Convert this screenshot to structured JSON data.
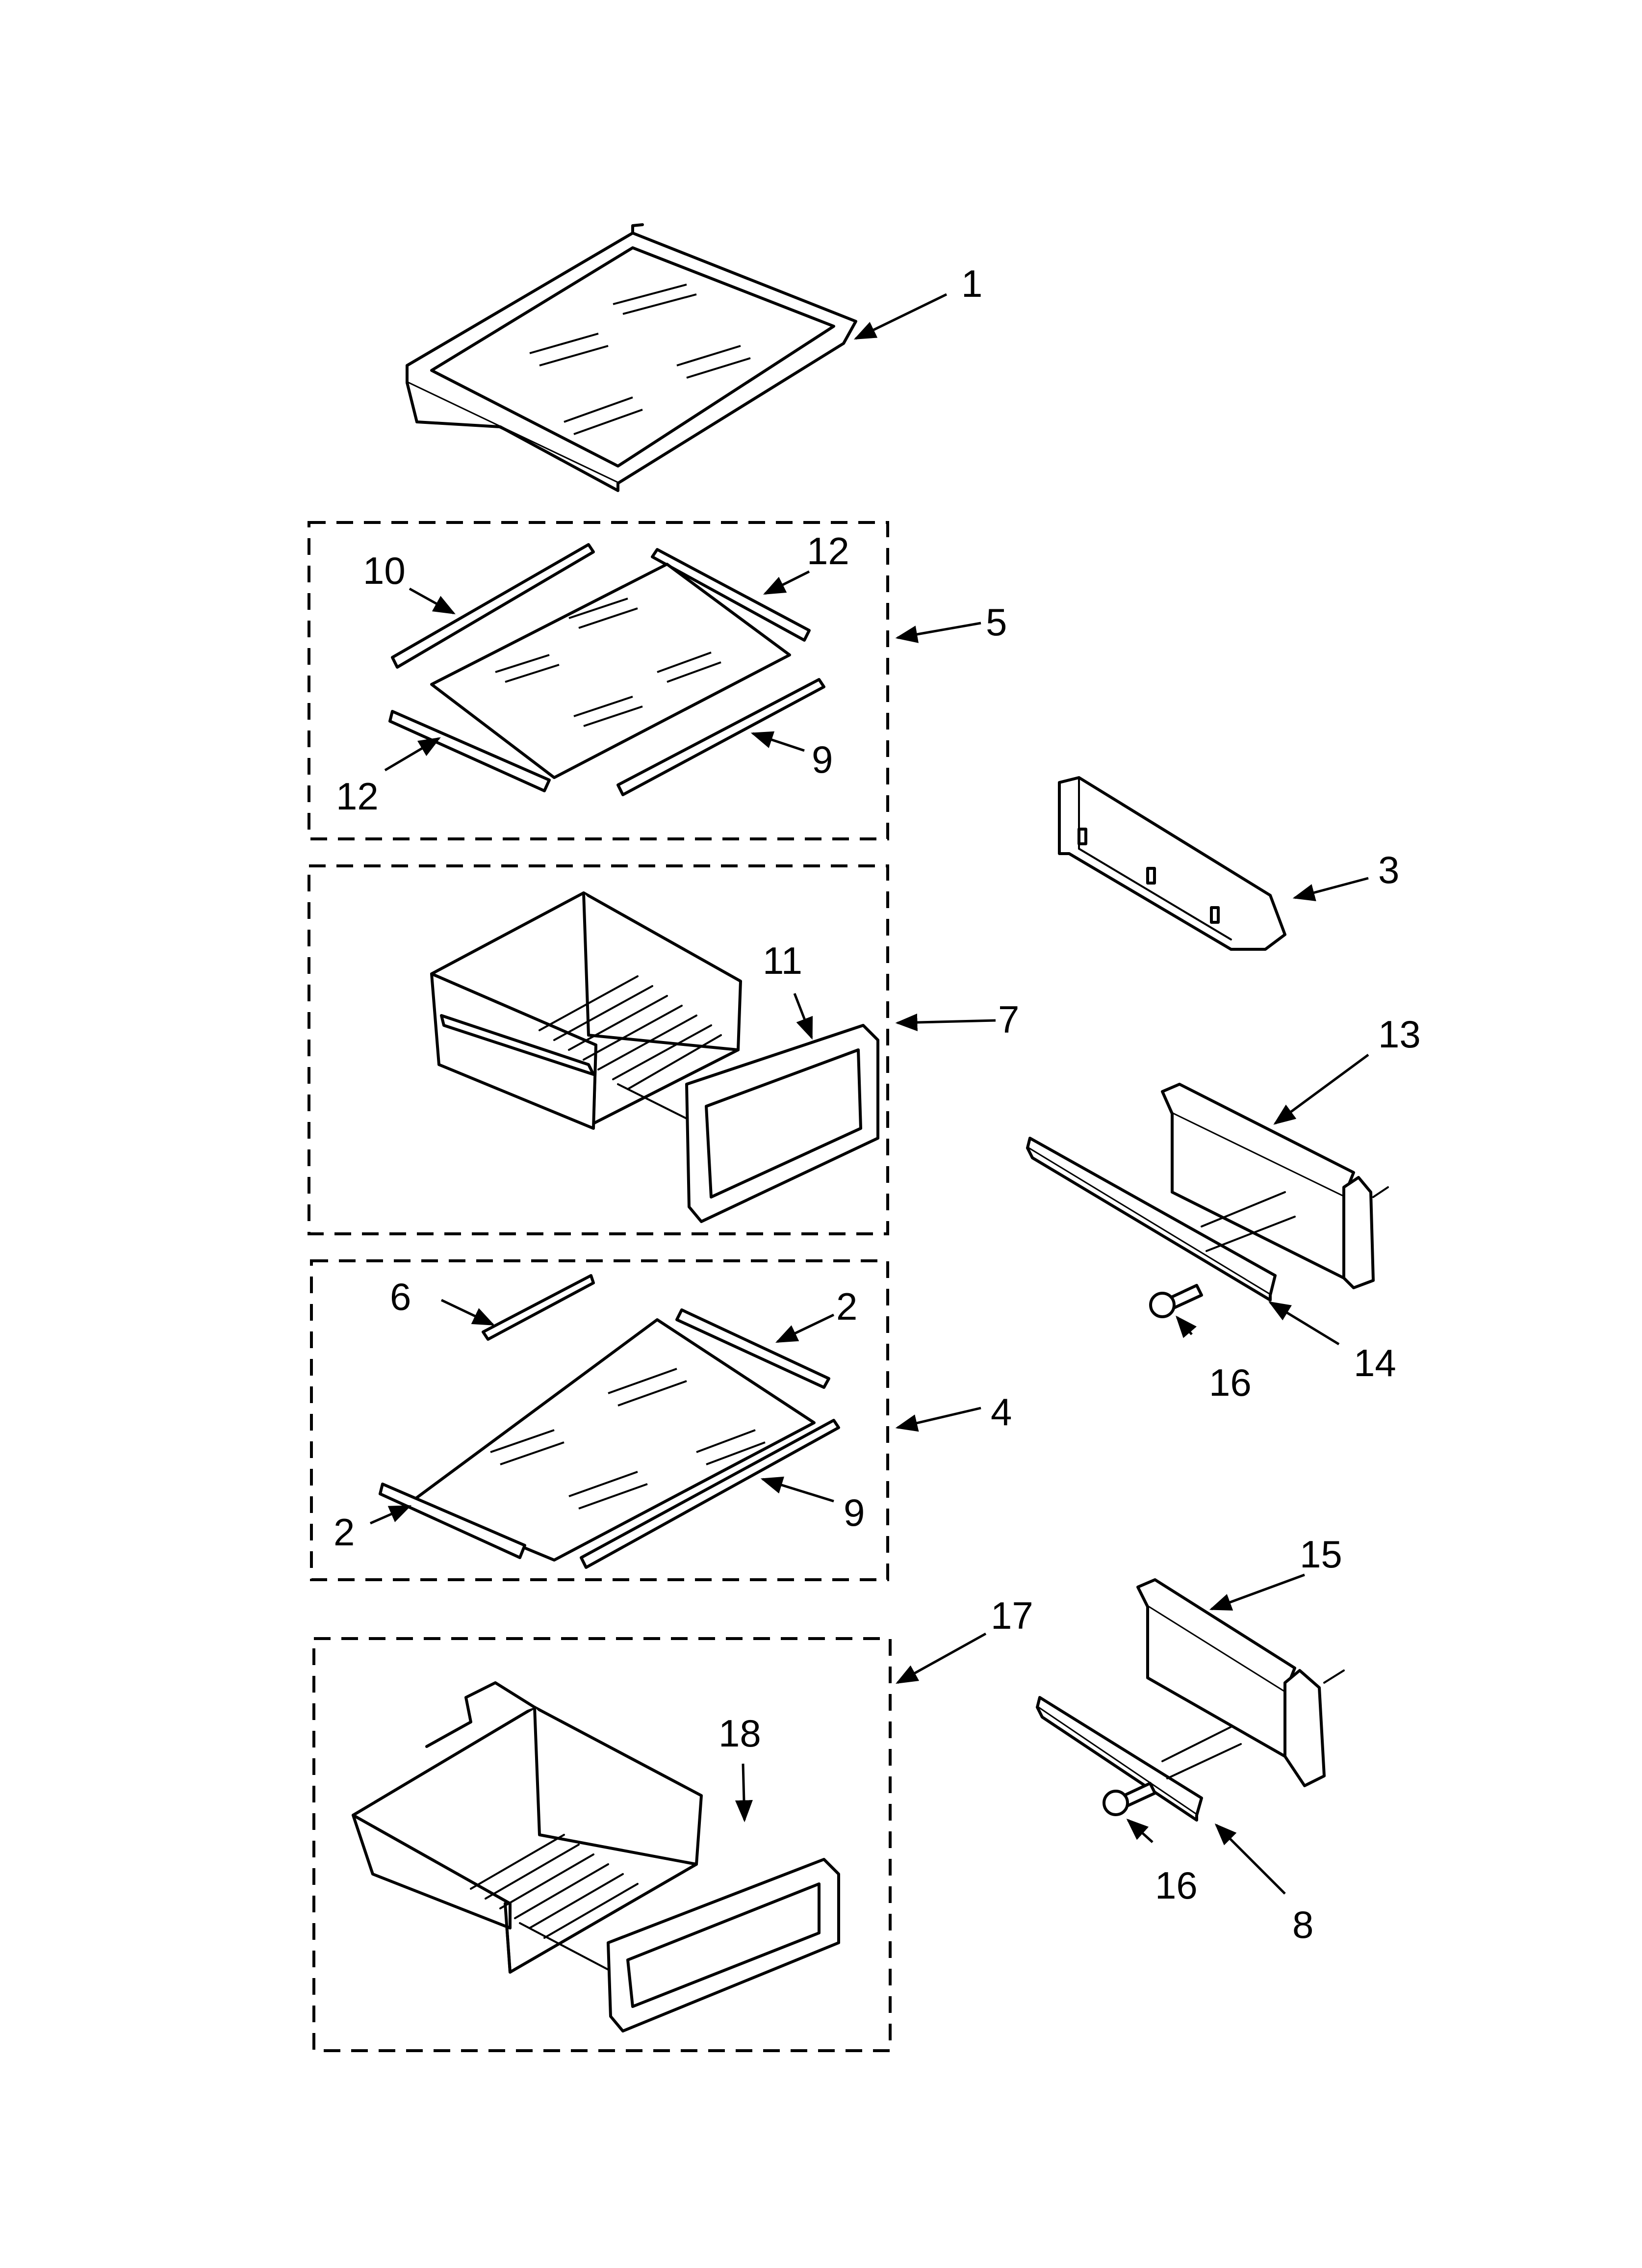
{
  "callouts": {
    "c1": "1",
    "c2a": "2",
    "c2b": "2",
    "c3": "3",
    "c4": "4",
    "c5": "5",
    "c6": "6",
    "c7": "7",
    "c8": "8",
    "c9a": "9",
    "c9b": "9",
    "c10": "10",
    "c11": "11",
    "c12a": "12",
    "c12b": "12",
    "c13": "13",
    "c14": "14",
    "c15": "15",
    "c16a": "16",
    "c16b": "16",
    "c17": "17",
    "c18": "18"
  },
  "colors": {
    "line": "#000000",
    "background": "#ffffff"
  }
}
